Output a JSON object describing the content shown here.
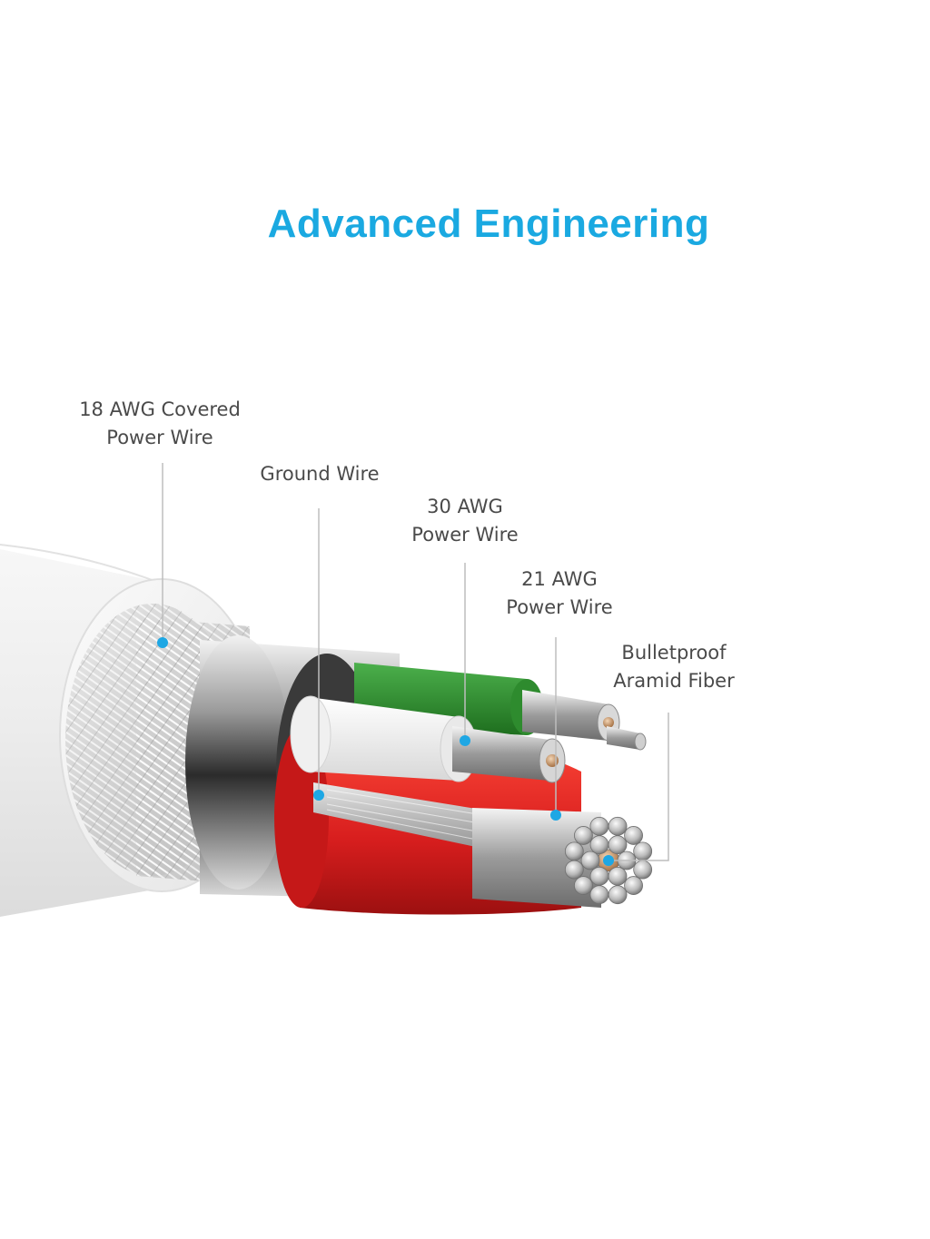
{
  "title": "Advanced Engineering",
  "colors": {
    "title": "#1aa9e1",
    "marker": "#1ea7e4",
    "green_jacket": "#2e8b2e",
    "red_jacket": "#d81e1e",
    "white_jacket": "#f2f2f2",
    "braid": "#d6d6d6"
  },
  "labels": {
    "covered_power": {
      "line1": "18 AWG Covered",
      "line2": "Power Wire"
    },
    "ground": {
      "line1": "Ground Wire"
    },
    "awg30": {
      "line1": "30 AWG",
      "line2": "Power Wire"
    },
    "awg21": {
      "line1": "21 AWG",
      "line2": "Power Wire"
    },
    "aramid": {
      "line1": "Bulletproof",
      "line2": "Aramid Fiber"
    }
  }
}
